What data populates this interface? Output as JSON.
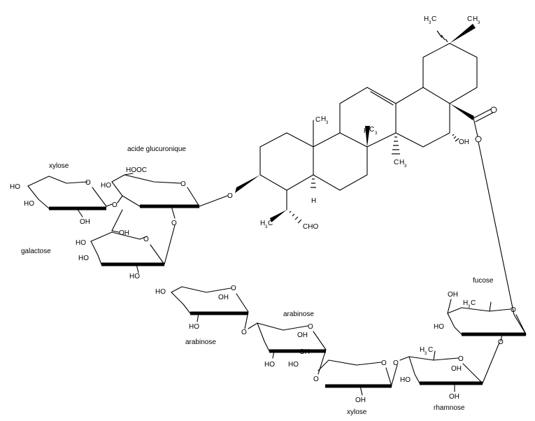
{
  "sugar_names": {
    "xylose_top": "xylose",
    "glucuronic_acid": "acide glucuronique",
    "galactose": "galactose",
    "arabinose_outer": "arabinose",
    "arabinose_inner": "arabinose",
    "xylose_bottom": "xylose",
    "rhamnose": "rhamnose",
    "fucose": "fucose"
  },
  "atom_labels": {
    "ho": "HO",
    "oh": "OH",
    "o": "O",
    "h": "H",
    "cho": "CHO",
    "cooh": "HOOC",
    "c": "C",
    "h_methyl": "H",
    "sub3": "3"
  }
}
